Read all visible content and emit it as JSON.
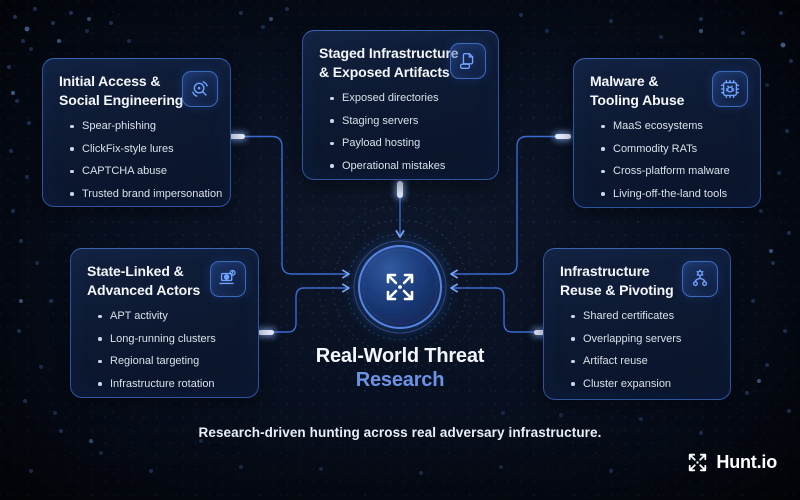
{
  "hub": {
    "title1": "Real-World Threat",
    "title2": "Research",
    "icon": "expand-arrows-icon"
  },
  "cards": [
    {
      "id": "initial-access",
      "icon": "scan-search-icon",
      "title1": "Initial Access &",
      "title2": "Social Engineering",
      "bullets": [
        "Spear-phishing",
        "ClickFix-style lures",
        "CAPTCHA abuse",
        "Trusted brand impersonation"
      ]
    },
    {
      "id": "staged-infrastructure",
      "icon": "staged-files-icon",
      "title1": "Staged Infrastructure",
      "title2": "& Exposed Artifacts",
      "bullets": [
        "Exposed directories",
        "Staging servers",
        "Payload hosting",
        "Operational mistakes"
      ]
    },
    {
      "id": "malware-tooling",
      "icon": "chip-bug-icon",
      "title1": "Malware &",
      "title2": "Tooling Abuse",
      "bullets": [
        "MaaS ecosystems",
        "Commodity RATs",
        "Cross-platform malware",
        "Living-off-the-land tools"
      ]
    },
    {
      "id": "state-linked-actors",
      "icon": "laptop-globe-alert-icon",
      "title1": "State-Linked &",
      "title2": "Advanced Actors",
      "bullets": [
        "APT activity",
        "Long-running clusters",
        "Regional targeting",
        "Infrastructure rotation"
      ]
    },
    {
      "id": "infrastructure-reuse",
      "icon": "network-gear-icon",
      "title1": "Infrastructure",
      "title2": "Reuse & Pivoting",
      "bullets": [
        "Shared certificates",
        "Overlapping servers",
        "Artifact reuse",
        "Cluster expansion"
      ]
    }
  ],
  "tagline": "Research-driven hunting across real adversary infrastructure.",
  "brand": {
    "name": "Hunt.io",
    "icon": "expand-arrows-icon"
  },
  "colors": {
    "accent_blue": "#4c7fe0",
    "hub_text_accent": "#6b92e4",
    "card_border": "#2e54a0",
    "background": "#070c16",
    "text_primary": "#f4f7fc",
    "text_secondary": "#d9e0ea"
  }
}
